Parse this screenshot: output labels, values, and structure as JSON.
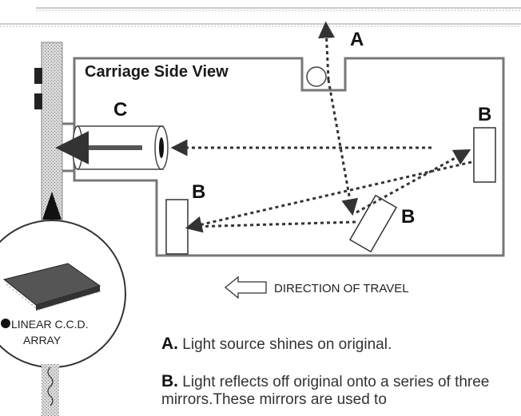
{
  "diagram": {
    "title": "Carriage Side View",
    "labels": {
      "a": "A",
      "b_right": "B",
      "b_left": "B",
      "b_middle": "B",
      "c": "C"
    },
    "direction_text": "DIRECTION OF TRAVEL",
    "ccd_label_line1": "LINEAR C.C.D.",
    "ccd_label_line2": "ARRAY"
  },
  "legend": {
    "a_key": "A.",
    "a_text": "Light source shines on original.",
    "b_key": "B.",
    "b_text": "Light reflects off original onto a series of three mirrors.These mirrors are used to"
  }
}
